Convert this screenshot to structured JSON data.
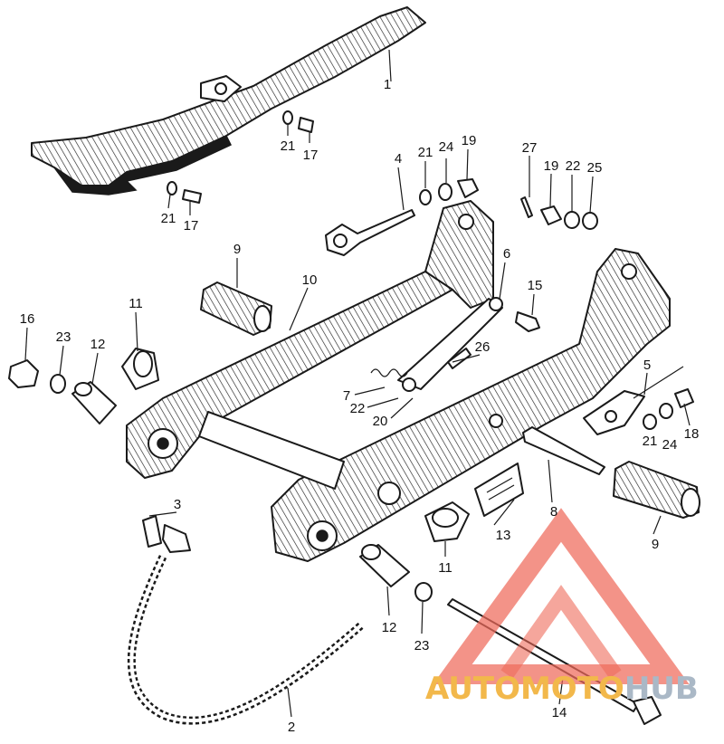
{
  "diagram": {
    "callouts": [
      {
        "id": "c1",
        "label": "1"
      },
      {
        "id": "c21a",
        "label": "21"
      },
      {
        "id": "c17a",
        "label": "17"
      },
      {
        "id": "c21b",
        "label": "21"
      },
      {
        "id": "c17b",
        "label": "17"
      },
      {
        "id": "c4",
        "label": "4"
      },
      {
        "id": "c21c",
        "label": "21"
      },
      {
        "id": "c24a",
        "label": "24"
      },
      {
        "id": "c19a",
        "label": "19"
      },
      {
        "id": "c27",
        "label": "27"
      },
      {
        "id": "c19b",
        "label": "19"
      },
      {
        "id": "c22a",
        "label": "22"
      },
      {
        "id": "c25",
        "label": "25"
      },
      {
        "id": "c9a",
        "label": "9"
      },
      {
        "id": "c6",
        "label": "6"
      },
      {
        "id": "c10",
        "label": "10"
      },
      {
        "id": "c15",
        "label": "15"
      },
      {
        "id": "c11a",
        "label": "11"
      },
      {
        "id": "c16",
        "label": "16"
      },
      {
        "id": "c23a",
        "label": "23"
      },
      {
        "id": "c12a",
        "label": "12"
      },
      {
        "id": "c26",
        "label": "26"
      },
      {
        "id": "c7",
        "label": "7"
      },
      {
        "id": "c22b",
        "label": "22"
      },
      {
        "id": "c20",
        "label": "20"
      },
      {
        "id": "c5",
        "label": "5"
      },
      {
        "id": "c21d",
        "label": "21"
      },
      {
        "id": "c24b",
        "label": "24"
      },
      {
        "id": "c18",
        "label": "18"
      },
      {
        "id": "c3",
        "label": "3"
      },
      {
        "id": "c8",
        "label": "8"
      },
      {
        "id": "c13",
        "label": "13"
      },
      {
        "id": "c9b",
        "label": "9"
      },
      {
        "id": "c11b",
        "label": "11"
      },
      {
        "id": "c12b",
        "label": "12"
      },
      {
        "id": "c23b",
        "label": "23"
      },
      {
        "id": "c14",
        "label": "14"
      },
      {
        "id": "c2",
        "label": "2"
      }
    ]
  },
  "watermark": {
    "part1": "AUTOMOTO",
    "part2": "HUB",
    "colors": {
      "triangle": "#ef6a5a",
      "part1": "#f2b84b",
      "part2": "#aab8c6"
    }
  }
}
